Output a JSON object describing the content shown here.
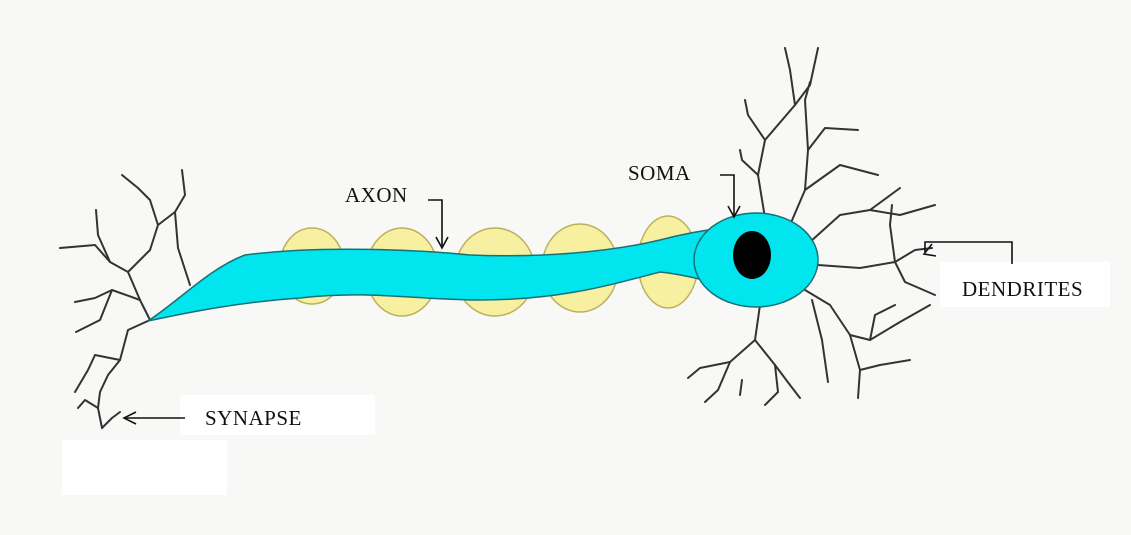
{
  "labels": {
    "axon": "AXON",
    "soma": "SOMA",
    "dendrites": "DENDRITES",
    "synapse": "SYNAPSE"
  },
  "colors": {
    "axon_body": "#00e5ee",
    "myelin": "#f6f0a0",
    "nucleus": "#000000",
    "branches": "#333333"
  }
}
